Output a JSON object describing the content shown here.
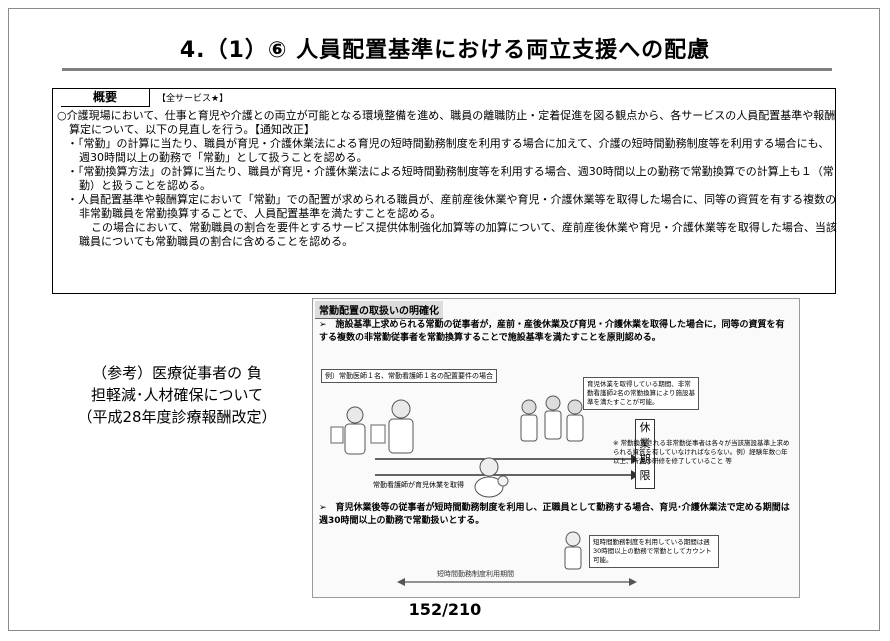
{
  "title": "4.（1）⑥ 人員配置基準における両立支援への配慮",
  "summary": {
    "tab_label": "概要",
    "service_tag": "【全サービス★】",
    "lines": [
      "○介護現場において、仕事と育児や介護との両立が可能となる環境整備を進め、職員の離職防止・定着促進を図る観点から、各サービスの人員配置基準や報酬算定について、以下の見直しを行う。【通知改正】",
      "・「常勤」の計算に当たり、職員が育児・介護休業法による育児の短時間勤務制度を利用する場合に加えて、介護の短時間勤務制度等を利用する場合にも、週30時間以上の勤務で「常勤」として扱うことを認める。",
      "・「常勤換算方法」の計算に当たり、職員が育児・介護休業法による短時間勤務制度等を利用する場合、週30時間以上の勤務で常勤換算での計算上も１（常勤）と扱うことを認める。",
      "・人員配置基準や報酬算定において「常勤」での配置が求められる職員が、産前産後休業や育児・介護休業等を取得した場合に、同等の資質を有する複数の非常勤職員を常勤換算することで、人員配置基準を満たすことを認める。",
      "この場合において、常勤職員の割合を要件とするサービス提供体制強化加算等の加算について、産前産後休業や育児・介護休業等を取得した場合、当該職員についても常勤職員の割合に含めることを認める。"
    ]
  },
  "reference": {
    "line1": "（参考）医療従事者の 負",
    "line2": "担軽減･人材確保について",
    "line3": "（平成28年度診療報酬改定）"
  },
  "panel": {
    "title": "常勤配置の取扱いの明確化",
    "bullet1": "➢　施設基準上求められる常勤の従事者が，産前・産後休業及び育児・介護休業を取得した場合に，同等の資質を有する複数の非常勤従事者を常勤換算することで施設基準を満たすことを原則認める。",
    "example_label": "例）常勤医師１名、常勤看護師１名の配置要件の場合",
    "note1": "育児休業を取得している期間、非常勤看護師2名の常勤換算により施設基準を満たすことが可能。",
    "note2": "※ 常勤換算される非常勤従事者は各々が当該施設基準上求められる資質を有していなければならない。例）経験年数○年以上、所定の研修を修了していること 等",
    "vertical": "休業期限",
    "nurse_leave": "常勤看護師が育児休業を取得",
    "bullet2": "➢　育児休業後等の従事者が短時間勤務制度を利用し、正職員として勤務する場合、育児･介護休業法で定める期間は週30時間以上の勤務で常勤扱いとする。",
    "note3": "短時間勤務制度を利用している期間は週30時間以上の勤務で常勤としてカウント可能。",
    "period_label": "短時間勤務制度利用期間"
  },
  "page_number": "152/210"
}
